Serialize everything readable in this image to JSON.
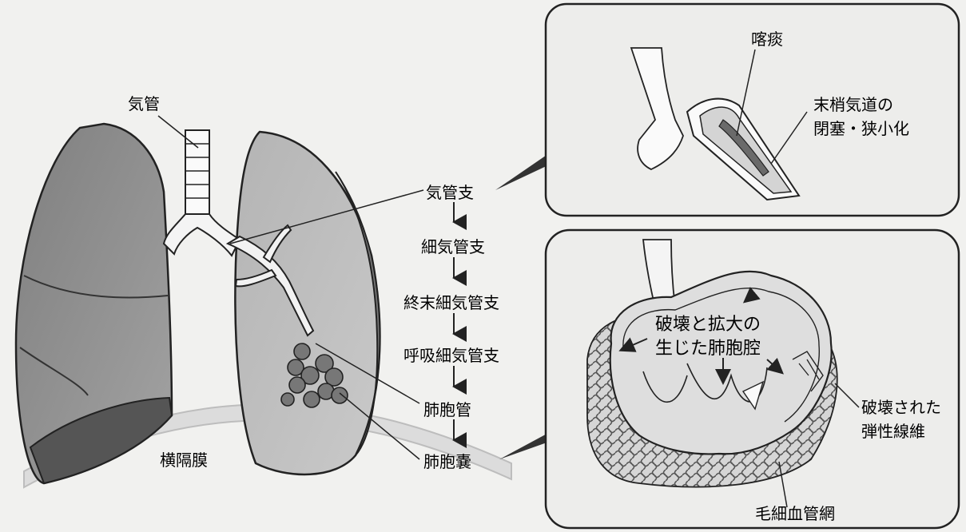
{
  "labels": {
    "trachea": "気管",
    "diaphragm": "横隔膜",
    "bronchus": "気管支",
    "bronchiole": "細気管支",
    "terminal_bronchiole": "終末細気管支",
    "respiratory_bronchiole": "呼吸細気管支",
    "alveolar_duct": "肺胞管",
    "alveolar_sac": "肺胞嚢",
    "sputum": "喀痰",
    "peripheral_airway_line1": "末梢気道の",
    "peripheral_airway_line2": "閉塞・狭小化",
    "destroyed_alveoli_line1": "破壊と拡大の",
    "destroyed_alveoli_line2": "生じた肺胞腔",
    "elastic_fiber_line1": "破壊された",
    "elastic_fiber_line2": "弾性線維",
    "capillary_network": "毛細血管網"
  },
  "colors": {
    "background": "#f1f1ef",
    "lung_dark": "#8a8a8a",
    "lung_mid": "#a9a9a9",
    "lung_light": "#c4c4c4",
    "outline": "#222222"
  }
}
